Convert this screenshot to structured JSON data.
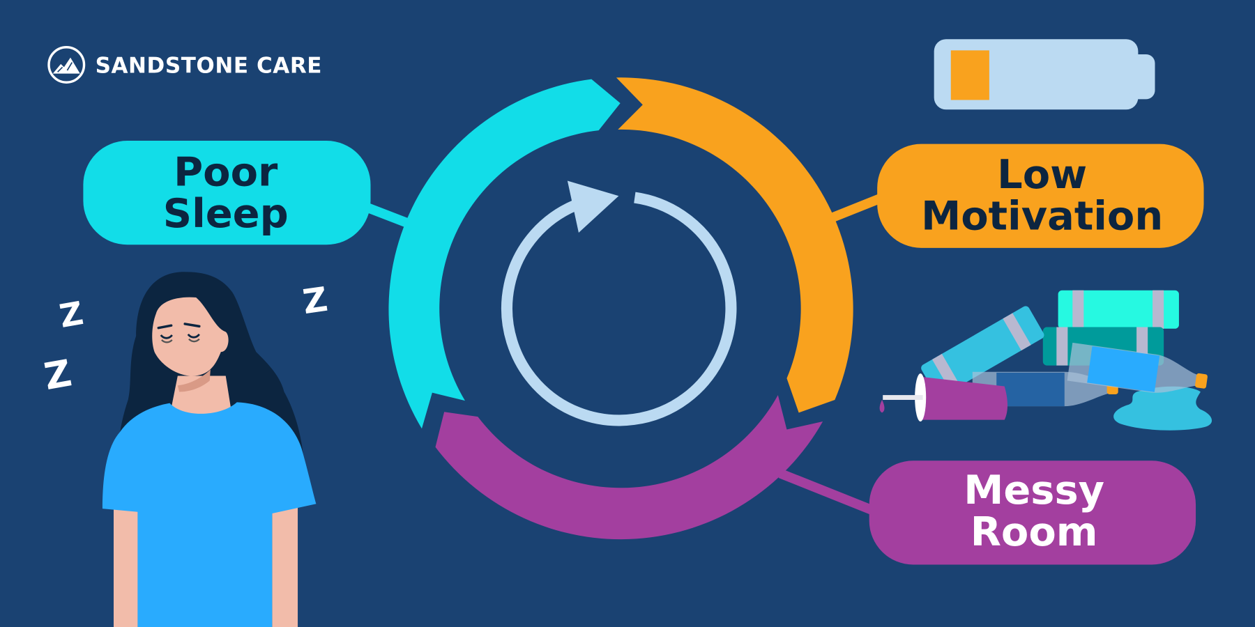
{
  "brand": {
    "name": "SANDSTONE CARE",
    "logo_icon": "mountain-circle-icon"
  },
  "colors": {
    "background": "#1a4272",
    "cyan": "#12dde8",
    "orange": "#f9a21e",
    "purple": "#a33f9f",
    "light_blue": "#bbdaf2",
    "dark_text": "#0c2540",
    "white": "#ffffff",
    "shirt": "#29abfe",
    "skin": "#f2bcaa",
    "hair": "#0c2540"
  },
  "cycle": {
    "segments": [
      {
        "id": "poor-sleep",
        "color": "#12dde8",
        "line1": "Poor",
        "line2": "Sleep",
        "text_color": "#0c2540"
      },
      {
        "id": "low-motivation",
        "color": "#f9a21e",
        "line1": "Low",
        "line2": "Motivation",
        "text_color": "#0c2540"
      },
      {
        "id": "messy-room",
        "color": "#a33f9f",
        "line1": "Messy",
        "line2": "Room",
        "text_color": "#ffffff"
      }
    ],
    "center_icon": "refresh-cycle-icon"
  },
  "decorations": {
    "battery_icon": "low-battery-icon",
    "battery_level_percent": 15,
    "zzz": [
      "Z",
      "Z",
      "Z"
    ],
    "person": "sleepy-woman-illustration",
    "clutter": "messy-clutter-illustration"
  }
}
